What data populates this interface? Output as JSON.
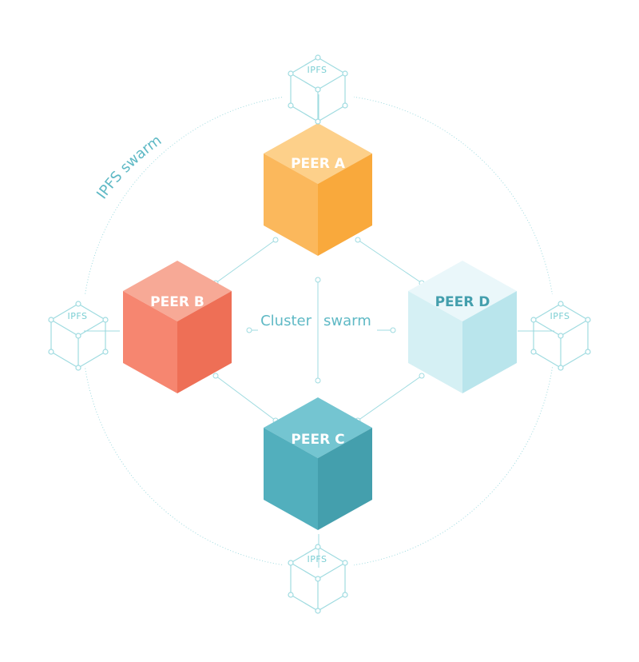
{
  "peers": {
    "a": {
      "label": "PEER A",
      "colors": {
        "top": "#fdd08a",
        "left": "#fbb85c",
        "right": "#f9a93c",
        "text": "#ffffff"
      }
    },
    "b": {
      "label": "PEER B",
      "colors": {
        "top": "#f7a996",
        "left": "#f68670",
        "right": "#ee6f56",
        "text": "#ffffff"
      }
    },
    "c": {
      "label": "PEER C",
      "colors": {
        "top": "#74c5d1",
        "left": "#52afbd",
        "right": "#449fad",
        "text": "#ffffff"
      }
    },
    "d": {
      "label": "PEER D",
      "colors": {
        "top": "#eaf7fa",
        "left": "#d5f0f4",
        "right": "#b9e5ec",
        "text": "#449fad"
      }
    }
  },
  "ipfs_nodes": {
    "top": "IPFS",
    "left": "IPFS",
    "right": "IPFS",
    "bottom": "IPFS"
  },
  "labels": {
    "ipfs_swarm": "IPFS swarm",
    "cluster_word": "Cluster",
    "swarm_word": "swarm"
  },
  "colors": {
    "line": "#9fdbe0",
    "text_teal": "#5fb9c5"
  }
}
